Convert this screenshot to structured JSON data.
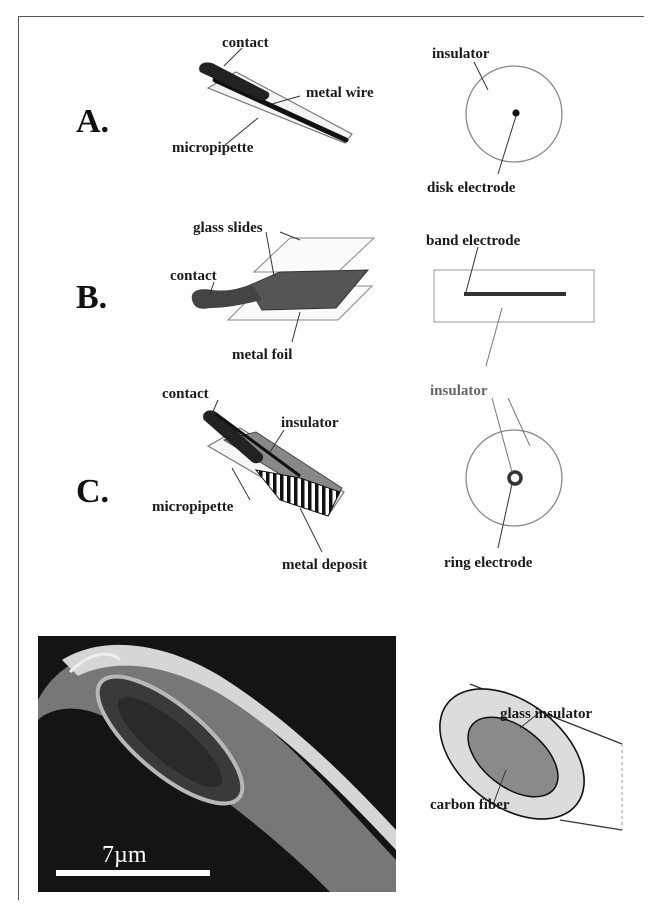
{
  "panels": [
    {
      "letter": "A.",
      "left_labels": {
        "contact": "contact",
        "metal_wire": "metal wire",
        "micropipette": "micropipette"
      },
      "right_labels": {
        "insulator": "insulator",
        "disk_electrode": "disk electrode"
      }
    },
    {
      "letter": "B.",
      "left_labels": {
        "glass_slides": "glass slides",
        "contact": "contact",
        "metal_foil": "metal foil"
      },
      "right_labels": {
        "band_electrode": "band electrode",
        "insulator": "insulator"
      }
    },
    {
      "letter": "C.",
      "left_labels": {
        "contact": "contact",
        "insulator": "insulator",
        "micropipette": "micropipette",
        "metal_deposit": "metal deposit"
      },
      "right_labels": {
        "ring_electrode": "ring electrode"
      }
    }
  ],
  "micrograph": {
    "scale_bar_label": "7µm"
  },
  "fiber_schematic": {
    "glass_insulator": "glass insulator",
    "carbon_fiber": "carbon fiber"
  },
  "colors": {
    "ink": "#1a1a1a",
    "foil": "#555555",
    "fiber_fill": "#8a8a8a",
    "photo_bg": "#2a2a2a"
  },
  "icons": [
    "micropipette-electrode",
    "disk-electrode",
    "band-electrode",
    "ring-electrode",
    "carbon-fiber-electrode",
    "sem-micrograph"
  ]
}
